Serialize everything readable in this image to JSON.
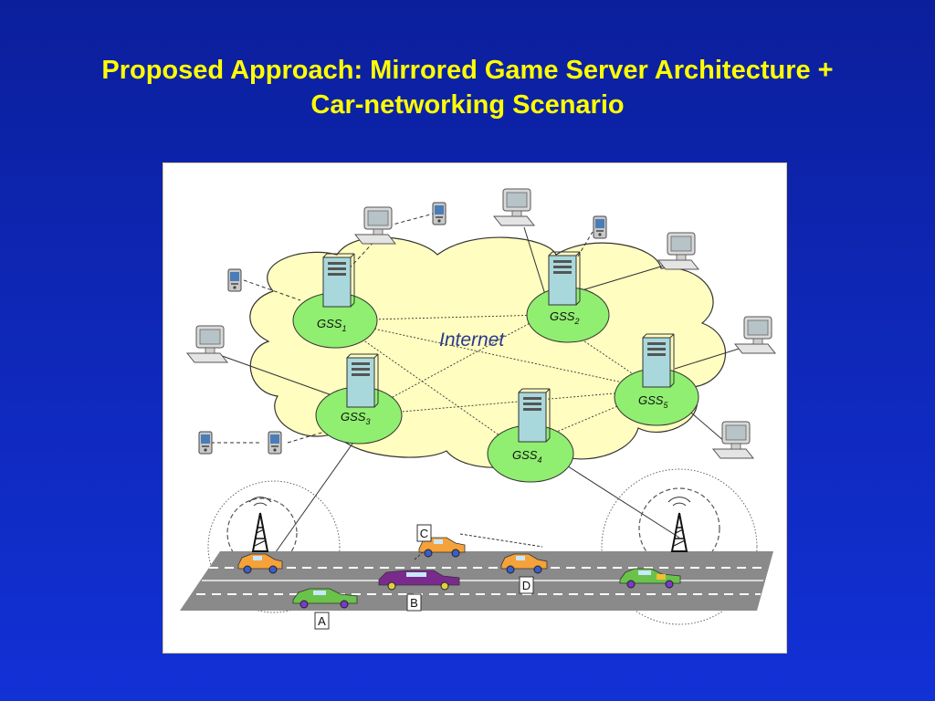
{
  "title": {
    "line1": "Proposed Approach: Mirrored Game Server Architecture +",
    "line2": "Car-networking Scenario"
  },
  "diagram": {
    "cloud_label": "Internet",
    "servers": [
      {
        "base": "GSS",
        "sub": "1"
      },
      {
        "base": "GSS",
        "sub": "2"
      },
      {
        "base": "GSS",
        "sub": "3"
      },
      {
        "base": "GSS",
        "sub": "4"
      },
      {
        "base": "GSS",
        "sub": "5"
      }
    ],
    "vehicles": [
      "A",
      "B",
      "C",
      "D"
    ]
  },
  "colors": {
    "background": "#1231d6",
    "title": "#ffff00",
    "cloud": "#fffdc0",
    "server_node": "#90ee70",
    "road": "#8a8a8a",
    "internet_text": "#2a3a8c"
  }
}
